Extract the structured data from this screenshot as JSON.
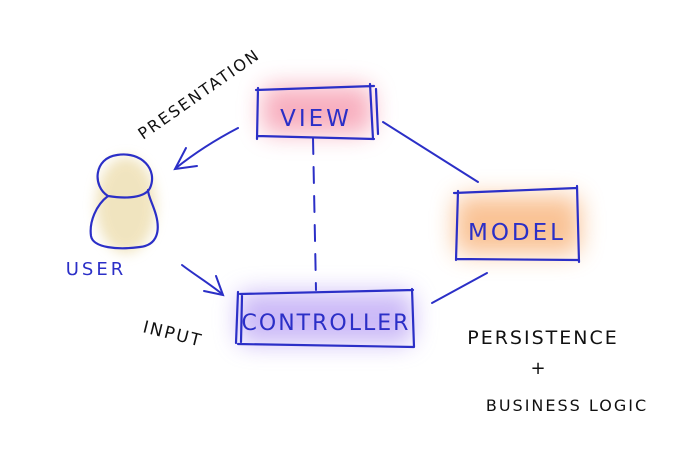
{
  "components": {
    "view": {
      "label": "VIEW",
      "glow": "#f26d8a"
    },
    "model": {
      "label": "MODEL",
      "glow": "#f7a25c"
    },
    "controller": {
      "label": "CONTROLLER",
      "glow": "#a98bf2"
    }
  },
  "actor": {
    "label": "USER",
    "fill": "#ecdcaa"
  },
  "annotations": {
    "presentation": "PRESENTATION",
    "input": "INPUT",
    "persistence": "PERSISTENCE",
    "plus": "+",
    "business_logic": "BUSINESS LOGIC"
  },
  "ink_color": "#2b2fc7"
}
